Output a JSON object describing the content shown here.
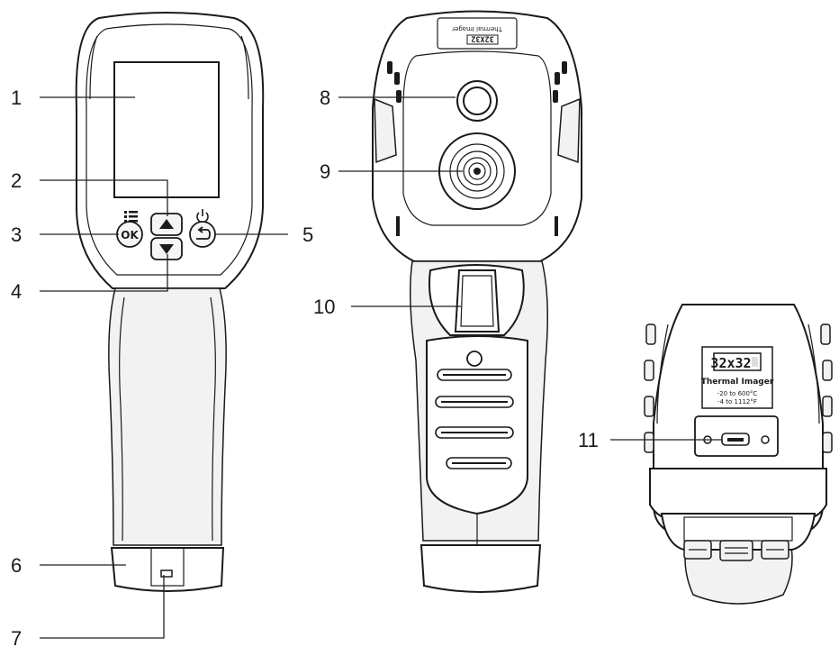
{
  "callouts": {
    "c1": "1",
    "c2": "2",
    "c3": "3",
    "c4": "4",
    "c5": "5",
    "c6": "6",
    "c7": "7",
    "c8": "8",
    "c9": "9",
    "c10": "10",
    "c11": "11"
  },
  "front_device": {
    "ok_button": "OK"
  },
  "bottom_device": {
    "resolution": "32x32",
    "product_name": "Thermal Imager",
    "range_celsius": "-20 to 600°C",
    "range_fahrenheit": "-4 to 1112°F"
  },
  "back_device": {
    "top_label_resolution": "32X32",
    "top_label_name": "Thermal Imager"
  },
  "icons": {
    "menu": "menu-list-icon",
    "power": "power-icon",
    "back": "return-arrow-icon",
    "up": "up-arrow-icon",
    "down": "down-arrow-icon"
  }
}
